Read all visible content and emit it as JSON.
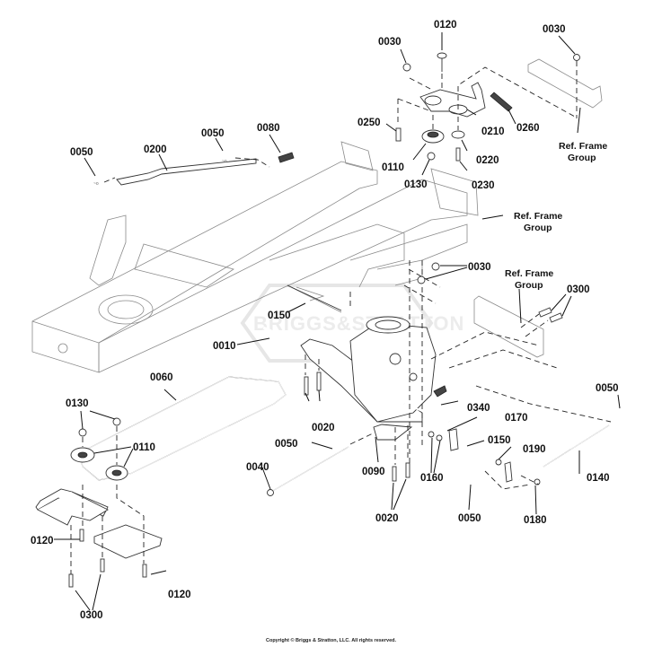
{
  "diagram": {
    "title": "Transmission / Drive Belt Parts Diagram",
    "watermark": "BRIGGS&STRATTON",
    "copyright": "Copyright © Briggs & Stratton, LLC. All rights reserved.",
    "ref_frame_label": [
      "Ref. Frame",
      "Group"
    ],
    "callouts": {
      "c0030_a": "0030",
      "c0120_top": "0120",
      "c0030_b": "0030",
      "c0250": "0250",
      "c0210": "0210",
      "c0260": "0260",
      "c0110_top": "0110",
      "c0220": "0220",
      "c0130_top": "0130",
      "c0230": "0230",
      "c0050_a": "0050",
      "c0200": "0200",
      "c0050_b": "0050",
      "c0080": "0080",
      "c0030_c": "0030",
      "c0300_right": "0300",
      "c0150_a": "0150",
      "c0010": "0010",
      "c0060": "0060",
      "c0130_left": "0130",
      "c0110_left": "0110",
      "c0020_a": "0020",
      "c0340": "0340",
      "c0050_c": "0050",
      "c0170": "0170",
      "c0050_d": "0050",
      "c0150_b": "0150",
      "c0190": "0190",
      "c0040": "0040",
      "c0090": "0090",
      "c0160": "0160",
      "c0140": "0140",
      "c0050_e": "0050",
      "c0180": "0180",
      "c0020_b": "0020",
      "c0120_left": "0120",
      "c0120_bottom": "0120",
      "c0300_bottom": "0300"
    }
  }
}
